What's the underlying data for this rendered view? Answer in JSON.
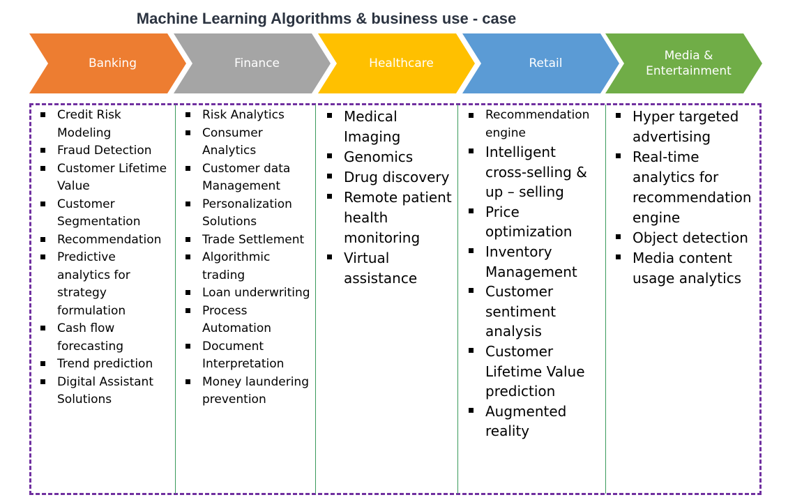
{
  "title": "Machine Learning Algorithms & business use - case",
  "colors": {
    "banking": "#ed7d31",
    "finance": "#a5a5a5",
    "healthcare": "#ffc000",
    "retail": "#5b9bd5",
    "media": "#70ad47",
    "frame_border": "#7030a0",
    "divider": "#3a9a5b"
  },
  "categories": [
    {
      "label": "Banking",
      "items": [
        "Credit Risk Modeling",
        "Fraud Detection",
        "Customer Lifetime Value",
        "Customer Segmentation",
        "Recommendation",
        "Predictive analytics for strategy formulation",
        "Cash flow forecasting",
        "Trend prediction",
        "Digital Assistant Solutions"
      ]
    },
    {
      "label": "Finance",
      "items": [
        "Risk Analytics",
        "Consumer Analytics",
        "Customer data Management",
        "Personalization Solutions",
        "Trade Settlement",
        "Algorithmic trading",
        "Loan underwriting",
        "Process Automation",
        "Document Interpretation",
        "Money laundering prevention"
      ]
    },
    {
      "label": "Healthcare",
      "items": [
        "Medical Imaging",
        "Genomics",
        "Drug discovery",
        "Remote patient health monitoring",
        "Virtual assistance"
      ]
    },
    {
      "label": "Retail",
      "items": [
        "Recommendation engine",
        "Intelligent cross-selling & up – selling",
        "Price optimization",
        "Inventory Management",
        "Customer sentiment analysis",
        "Customer Lifetime Value prediction",
        "Augmented reality"
      ]
    },
    {
      "label": "Media & Entertainment",
      "items": [
        "Hyper targeted advertising",
        "Real-time analytics for recommendation engine",
        "Object detection",
        "Media content usage analytics"
      ]
    }
  ]
}
